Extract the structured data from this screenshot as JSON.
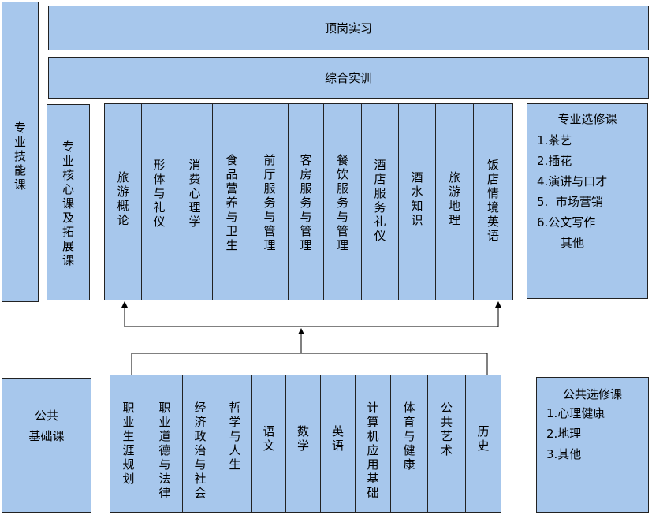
{
  "top": {
    "internship": "顶岗实习",
    "training": "综合实训"
  },
  "left": {
    "skill_course": "专业技能课",
    "core_course": "专业核心课及拓展课"
  },
  "core_courses": [
    "旅游概论",
    "形体与礼仪",
    "消费心理学",
    "食品营养与卫生",
    "前厅服务与管理",
    "客房服务与管理",
    "餐饮服务与管理",
    "酒店服务礼仪",
    "酒水知识",
    "旅游地理",
    "饭店情境英语"
  ],
  "pro_elective": {
    "title": "专业选修课",
    "items": [
      "1.茶艺",
      "2.插花",
      "4.演讲与口才",
      "5.  市场营销",
      "6.公文写作",
      "其他"
    ]
  },
  "public_basic": {
    "line1": "公共",
    "line2": "基础课"
  },
  "public_courses": [
    "职业生涯规划",
    "职业道德与法律",
    "经济政治与社会",
    "哲学与人生",
    "语文",
    "数学",
    "英语",
    "计算机应用基础",
    "体育与健康",
    "公共艺术",
    "历史"
  ],
  "public_elective": {
    "title": "公共选修课",
    "items": [
      "1.心理健康",
      "2.地理",
      "3.其他"
    ]
  }
}
